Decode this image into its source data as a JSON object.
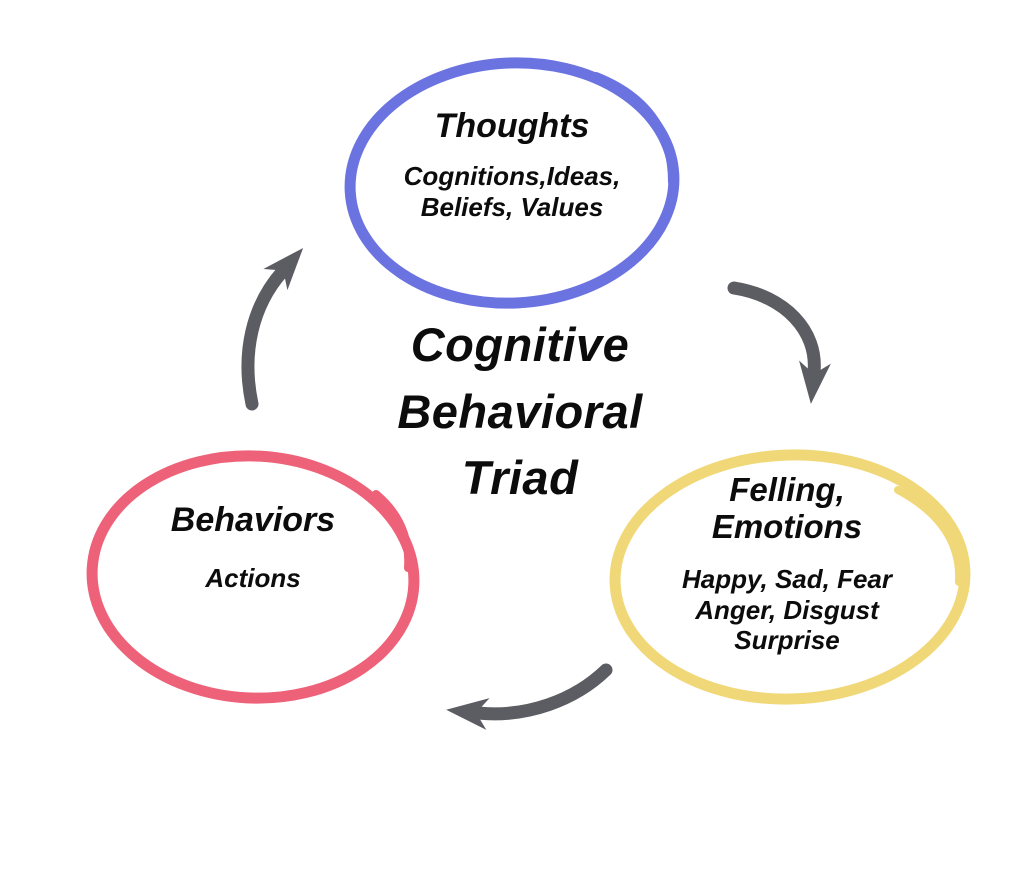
{
  "diagram": {
    "title": "Cognitive Behavioral Triad",
    "title_lines": [
      "Cognitive",
      "Behavioral",
      "Triad"
    ],
    "nodes": {
      "thoughts": {
        "label": "Thoughts",
        "sublines": [
          "Cognitions,Ideas,",
          "Beliefs, Values"
        ],
        "color": "#6b73e1"
      },
      "feelings": {
        "label_lines": [
          "Felling,",
          "Emotions"
        ],
        "sublines": [
          "Happy, Sad, Fear",
          "Anger, Disgust",
          "Surprise"
        ],
        "color": "#f0d878"
      },
      "behaviors": {
        "label": "Behaviors",
        "sublines": [
          "Actions"
        ],
        "color": "#ed6278"
      }
    },
    "arrow_color": "#5c5c63",
    "text_color": "#0c0c0c"
  }
}
